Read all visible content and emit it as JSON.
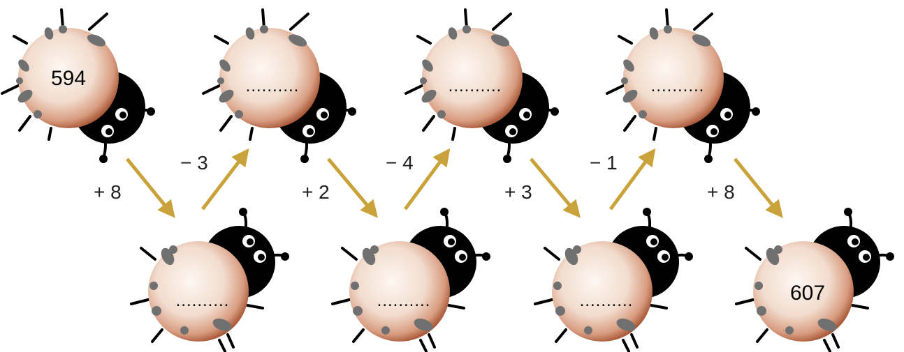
{
  "colors": {
    "arrow": "#c9a23a",
    "body": "#000000",
    "shell_center": "#fdf7f2",
    "shell_mid": "#ecc8b4",
    "shell_edge": "#a85838",
    "spot": "#707070"
  },
  "bugs": [
    {
      "label": "594"
    },
    {
      "label": ".........."
    },
    {
      "label": ".........."
    },
    {
      "label": ".........."
    },
    {
      "label": ".........."
    },
    {
      "label": ".........."
    },
    {
      "label": ".........."
    },
    {
      "label": "607"
    }
  ],
  "operations": [
    {
      "label": "+ 8"
    },
    {
      "label": "− 3"
    },
    {
      "label": "+ 2"
    },
    {
      "label": "− 4"
    },
    {
      "label": "+ 3"
    },
    {
      "label": "− 1"
    },
    {
      "label": "+ 8"
    }
  ]
}
